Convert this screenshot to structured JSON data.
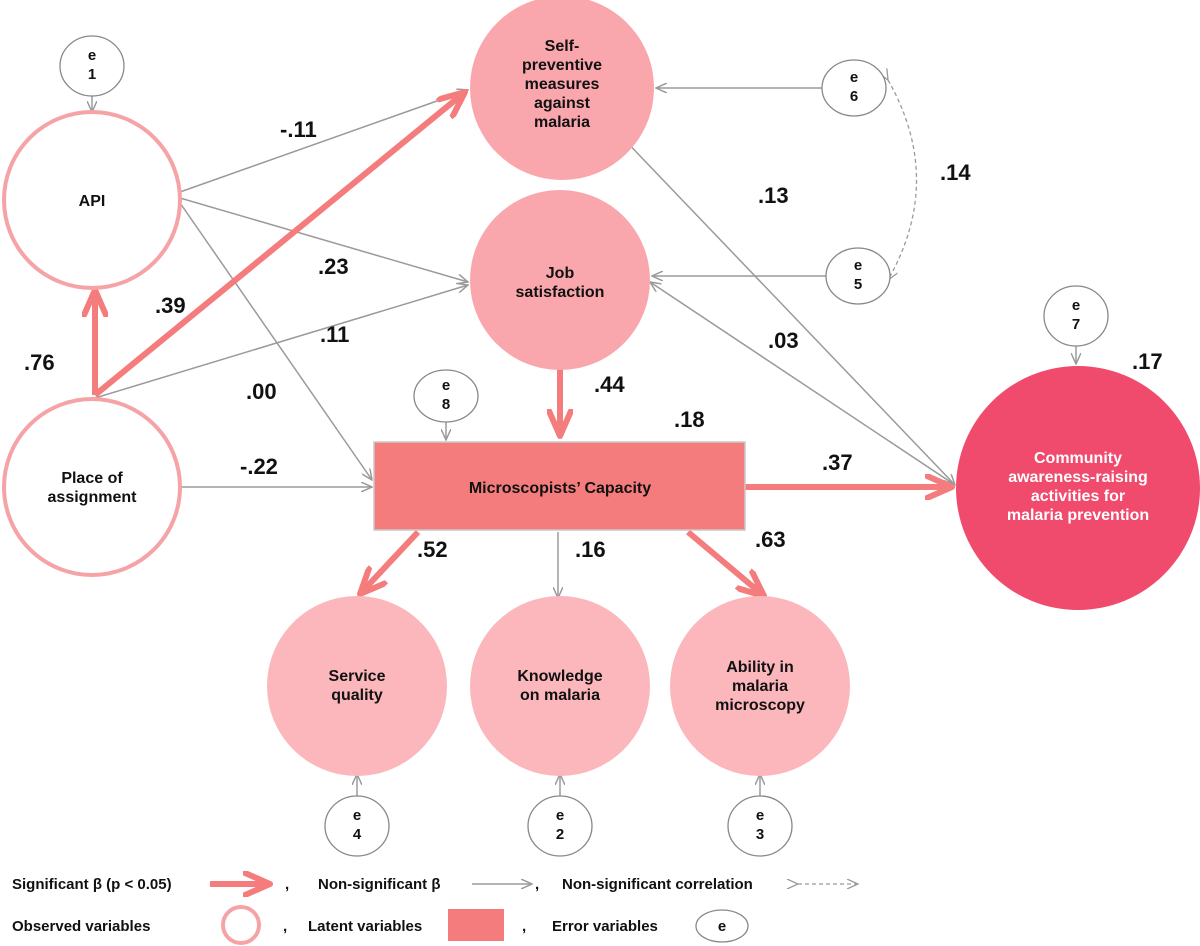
{
  "nodes": {
    "api": {
      "label": "API"
    },
    "place": {
      "lines": [
        "Place of",
        "assignment"
      ]
    },
    "self_preventive": {
      "lines": [
        "Self-",
        "preventive",
        "measures",
        "against",
        "malaria"
      ]
    },
    "job_satisfaction": {
      "lines": [
        "Job",
        "satisfaction"
      ]
    },
    "capacity": {
      "label": "Microscopists’ Capacity"
    },
    "community": {
      "lines": [
        "Community",
        "awareness-raising",
        "activities for",
        "malaria prevention"
      ]
    },
    "service_quality": {
      "lines": [
        "Service",
        "quality"
      ]
    },
    "knowledge": {
      "lines": [
        "Knowledge",
        "on malaria"
      ]
    },
    "ability": {
      "lines": [
        "Ability in",
        "malaria",
        "microscopy"
      ]
    }
  },
  "errors": {
    "e1": {
      "top": "e",
      "num": "1"
    },
    "e2": {
      "top": "e",
      "num": "2"
    },
    "e3": {
      "top": "e",
      "num": "3"
    },
    "e4": {
      "top": "e",
      "num": "4"
    },
    "e5": {
      "top": "e",
      "num": "5"
    },
    "e6": {
      "top": "e",
      "num": "6"
    },
    "e7": {
      "top": "e",
      "num": "7"
    },
    "e8": {
      "top": "e",
      "num": "8"
    }
  },
  "paths": {
    "api_to_self": "-.11",
    "place_to_self": ".39",
    "place_to_api": ".76",
    "api_to_job": ".23",
    "place_to_job": ".11",
    "api_to_capacity": ".00",
    "place_to_capacity": "-.22",
    "job_to_capacity": ".44",
    "capacity_r2": ".18",
    "self_to_community": ".13",
    "job_to_community": ".03",
    "capacity_to_community": ".37",
    "community_r2": ".17",
    "capacity_to_service": ".52",
    "capacity_to_knowledge": ".16",
    "capacity_to_ability": ".63",
    "e6_e5_corr": ".14"
  },
  "legend": {
    "significant": "Significant β  (p < 0.05)",
    "comma1": ",",
    "non_significant": "Non-significant  β",
    "comma2": ",",
    "non_sig_corr": "Non-significant correlation",
    "observed": "Observed variables",
    "comma3": ",",
    "latent": "Latent variables",
    "comma4": ",",
    "error": "Error variables",
    "error_symbol": "e"
  },
  "colors": {
    "significant_arrow": "#f47c7c",
    "non_significant_arrow": "#9a9a9a",
    "observed_outline": "#f5a3a7",
    "node_fill": "#f9a7ad",
    "latent_fill": "#f47c7c",
    "outcome_fill": "#f04a6c"
  }
}
